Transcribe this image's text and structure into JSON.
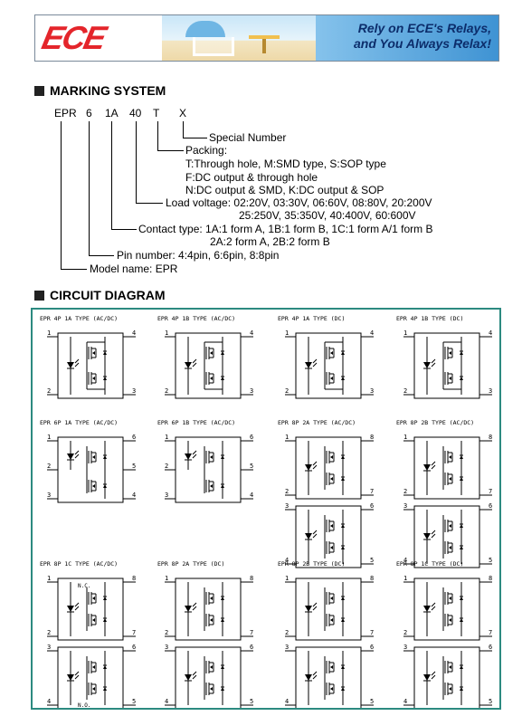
{
  "banner": {
    "logo_text": "ECE",
    "tagline_line1": "Rely on ECE's Relays,",
    "tagline_line2": "and You Always Relax!",
    "accent_color": "#e4252b",
    "tagline_color": "#0c2d6b"
  },
  "marking": {
    "title": "MARKING SYSTEM",
    "code": [
      "EPR",
      "6",
      "1A",
      "40",
      "T",
      "X"
    ],
    "special": "Special Number",
    "packing_title": "Packing:",
    "packing_1": "T:Through hole, M:SMD type, S:SOP type",
    "packing_2": "F:DC output & through hole",
    "packing_3": "N:DC output & SMD, K:DC output & SOP",
    "load_1": "Load voltage: 02:20V, 03:30V, 06:60V, 08:80V, 20:200V",
    "load_2": "25:250V, 35:350V, 40:400V, 60:600V",
    "contact_1": "Contact type: 1A:1 form A, 1B:1 form B, 1C:1 form A/1 form B",
    "contact_2": "2A:2 form A, 2B:2 form B",
    "pin": "Pin number: 4:4pin, 6:6pin, 8:8pin",
    "model": "Model name: EPR"
  },
  "circuit": {
    "title": "CIRCUIT DIAGRAM",
    "frame_color": "#2c8a80",
    "diagrams": [
      {
        "label": "EPR 4P 1A TYPE (AC/DC)",
        "pins": 4
      },
      {
        "label": "EPR 4P 1B TYPE (AC/DC)",
        "pins": 4
      },
      {
        "label": "EPR 4P 1A TYPE (DC)",
        "pins": 4
      },
      {
        "label": "EPR 4P 1B TYPE (DC)",
        "pins": 4
      },
      {
        "label": "EPR 6P 1A TYPE (AC/DC)",
        "pins": 6
      },
      {
        "label": "EPR 6P 1B TYPE (AC/DC)",
        "pins": 6
      },
      {
        "label": "EPR 8P 2A TYPE (AC/DC)",
        "pins": 8
      },
      {
        "label": "EPR 8P 2B TYPE (AC/DC)",
        "pins": 8
      },
      {
        "label": "EPR 8P 1C TYPE (AC/DC)",
        "pins": 8,
        "notes": [
          "N.C.",
          "N.O."
        ]
      },
      {
        "label": "EPR 8P 2A TYPE (DC)",
        "pins": 8
      },
      {
        "label": "EPR 8P 2B TYPE (DC)",
        "pins": 8
      },
      {
        "label": "EPR 8P 1C TYPE (DC)",
        "pins": 8
      }
    ]
  }
}
